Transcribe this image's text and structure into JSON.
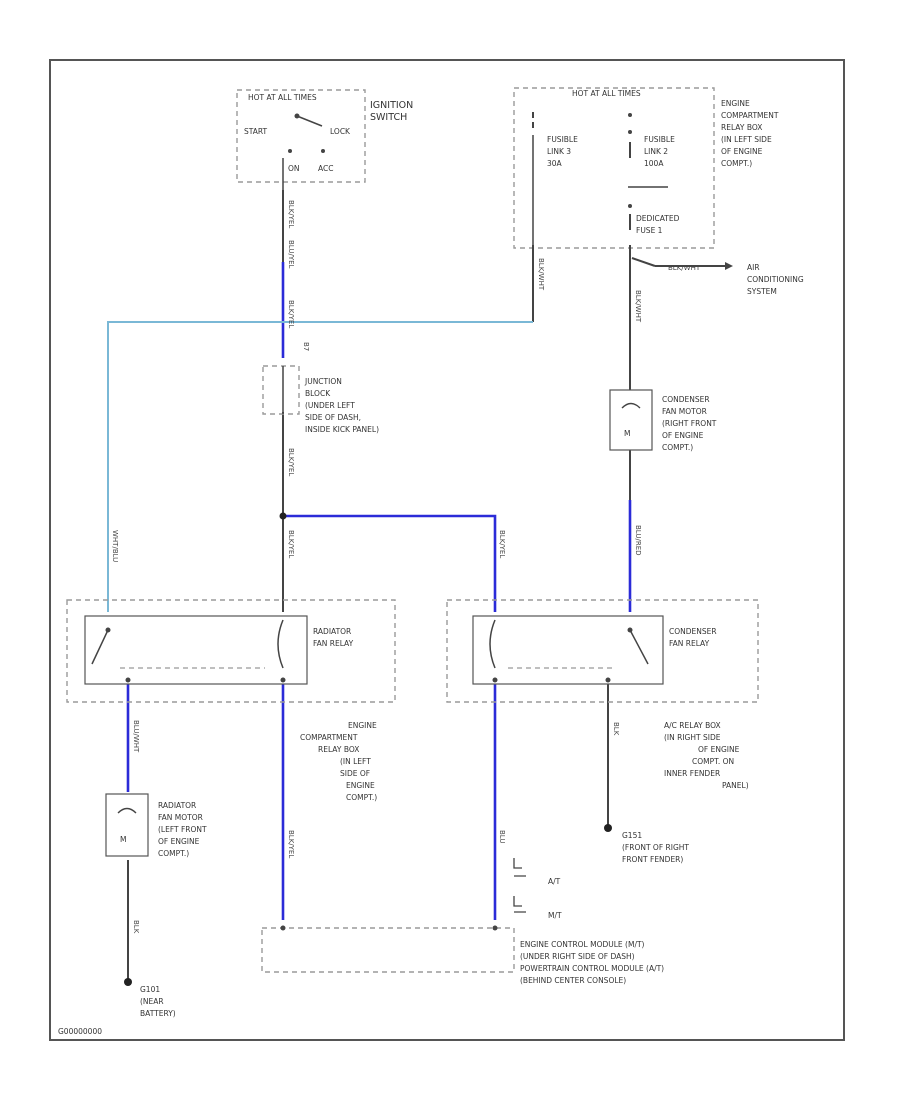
{
  "colors": {
    "black_wire": "#444444",
    "blue_wire": "#2b2bd8",
    "light_blue_wire": "#7ab8d6",
    "frame": "#555555"
  },
  "ignition": {
    "box_title": "HOT AT ALL TIMES",
    "positions": [
      "START",
      "LOCK",
      "ON",
      "ACC"
    ],
    "label": [
      "IGNITION",
      "SWITCH"
    ]
  },
  "fusebox": {
    "box_title": "HOT AT ALL TIMES",
    "fuse1": [
      "FUSIBLE",
      "LINK 3",
      "30A"
    ],
    "fuse2": [
      "FUSIBLE",
      "LINK 2",
      "100A"
    ],
    "fuse3": [
      "DEDICATED",
      "FUSE 1"
    ],
    "label": [
      "ENGINE",
      "COMPARTMENT",
      "RELAY BOX",
      "(IN LEFT SIDE",
      "OF ENGINE",
      "COMPT.)"
    ]
  },
  "ac_branch": {
    "wire": "BLK/WHT",
    "label": [
      "AIR",
      "CONDITIONING",
      "SYSTEM"
    ]
  },
  "junction_block": {
    "pin": "B7",
    "label": [
      "JUNCTION",
      "BLOCK",
      "(UNDER LEFT",
      "SIDE OF DASH,",
      "INSIDE KICK PANEL)"
    ]
  },
  "condenser_motor": {
    "label": [
      "CONDENSER",
      "FAN MOTOR",
      "(RIGHT FRONT",
      "OF ENGINE",
      "COMPT.)"
    ]
  },
  "radiator_relay": {
    "label": [
      "RADIATOR",
      "FAN RELAY"
    ],
    "location": [
      "ENGINE",
      "COMPARTMENT",
      "RELAY BOX",
      "(IN LEFT",
      "SIDE OF",
      "ENGINE",
      "COMPT.)"
    ]
  },
  "condenser_relay": {
    "label": [
      "CONDENSER",
      "FAN RELAY"
    ],
    "location": [
      "A/C RELAY BOX",
      "(IN RIGHT SIDE",
      "OF ENGINE",
      "COMPT. ON",
      "INNER FENDER",
      "PANEL)"
    ]
  },
  "radiator_motor": {
    "label": [
      "RADIATOR",
      "FAN MOTOR",
      "(LEFT FRONT",
      "OF ENGINE",
      "COMPT.)"
    ]
  },
  "ground_g101": {
    "id": "G101",
    "label": [
      "(NEAR",
      "BATTERY)"
    ]
  },
  "ground_g151": {
    "id": "G151",
    "label": [
      "(FRONT OF RIGHT",
      "FRONT FENDER)"
    ]
  },
  "module": {
    "lines": [
      "ENGINE CONTROL MODULE    (M/T)",
      "(UNDER RIGHT SIDE OF DASH)",
      "POWERTRAIN CONTROL MODULE    (A/T)",
      "(BEHIND CENTER CONSOLE)"
    ],
    "variants": [
      "A/T",
      "M/T"
    ]
  },
  "wires": {
    "ign_out": "BLK/YEL",
    "feed_blu": "BLU/YEL",
    "ign_mid": "BLK/YEL",
    "jb_out": "BLK/YEL",
    "rad_relay_in": "BLK/YEL",
    "cond_relay_in": "BLK/YEL",
    "rad_relay_feed": "WHT/BLU",
    "fuse3_out": "BLK/WHT",
    "cond_motor_out": "BLU/RED",
    "rad_motor_in": "BLU/WHT",
    "ecm_left": "BLK/YEL",
    "ecm_right": "BLU",
    "cond_gnd": "BLK",
    "rad_gnd": "BLK"
  },
  "footer_code": "G00000000"
}
